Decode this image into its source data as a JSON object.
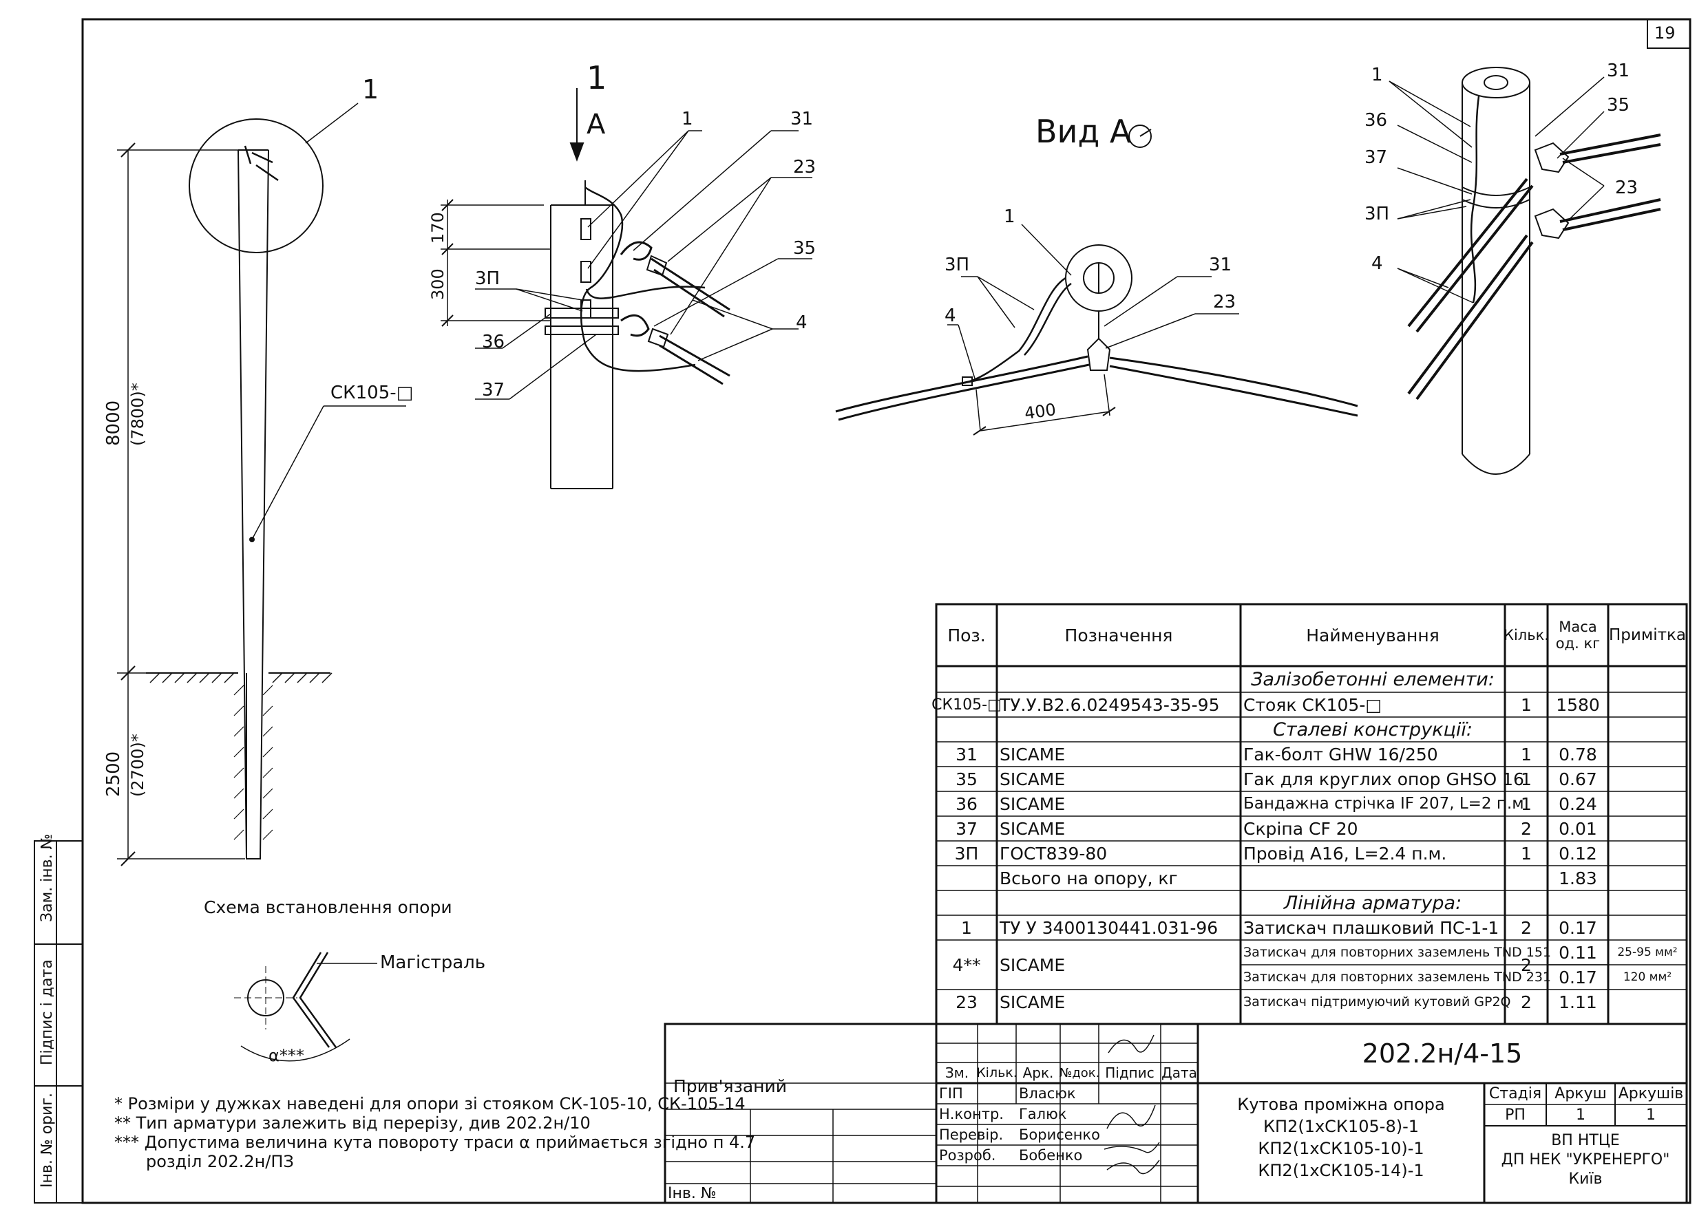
{
  "sheet_number": "19",
  "callouts": {
    "detail_1": "1",
    "view_arrow_num": "1",
    "view_arrow_letter": "A",
    "view_title": "Вид А",
    "dims": {
      "h8000": "8000",
      "h7800": "(7800)*",
      "h2500": "2500",
      "h2700": "(2700)*",
      "d170": "170",
      "d300": "300",
      "d400": "400"
    },
    "pole_label": "СК105-□",
    "leaders": [
      "1",
      "31",
      "23",
      "35",
      "4",
      "3П",
      "36",
      "37"
    ]
  },
  "scheme_caption": "Схема встановлення опори",
  "mainline_label": "Магістраль",
  "angle_label": "α***",
  "notes": [
    "* Розміри у дужках наведені для опори зі стояком СК-105-10, СК-105-14",
    "** Тип арматури залежить від перерізу, див 202.2н/10",
    "*** Допустима величина кута повороту траси α приймається згідно п 4.7",
    "розділ 202.2н/ПЗ"
  ],
  "side_stamp": [
    "Зам. інв. №",
    "Підпис і дата",
    "Інв. № ориг."
  ],
  "spec_table": {
    "headers": [
      "Поз.",
      "Позначення",
      "Найменування",
      "Кільк.",
      "Маса од. кг",
      "Примітка"
    ],
    "sections": {
      "s1": "Залізобетонні елементи:",
      "s2": "Сталеві конструкції:",
      "s3": "Лінійна арматура:"
    },
    "rows": [
      {
        "pos": "СК105-□",
        "des": "ТУ.У.В2.6.0249543-35-95",
        "name": "Стояк СК105-□",
        "qty": "1",
        "mass": "1580",
        "note": ""
      },
      {
        "pos": "31",
        "des": "SICAME",
        "name": "Гак-болт GHW 16/250",
        "qty": "1",
        "mass": "0.78",
        "note": ""
      },
      {
        "pos": "35",
        "des": "SICAME",
        "name": "Гак для круглих опор GHSO 16",
        "qty": "1",
        "mass": "0.67",
        "note": ""
      },
      {
        "pos": "36",
        "des": "SICAME",
        "name": "Бандажна стрічка IF 207, L=2 п.м.",
        "qty": "1",
        "mass": "0.24",
        "note": ""
      },
      {
        "pos": "37",
        "des": "SICAME",
        "name": "Скріпа CF 20",
        "qty": "2",
        "mass": "0.01",
        "note": ""
      },
      {
        "pos": "3П",
        "des": "ГОСТ839-80",
        "name": "Провід А16, L=2.4 п.м.",
        "qty": "1",
        "mass": "0.12",
        "note": ""
      },
      {
        "pos": "",
        "des": "Всього на опору, кг",
        "name": "",
        "qty": "",
        "mass": "1.83",
        "note": ""
      },
      {
        "pos": "1",
        "des": "ТУ У 3400130441.031-96",
        "name": "Затискач плашковий ПС-1-1",
        "qty": "2",
        "mass": "0.17",
        "note": ""
      },
      {
        "pos": "4**",
        "des": "SICAME",
        "name": "Затискач для повторних заземлень TND 151",
        "qty": "2",
        "mass": "0.11",
        "note": "25-95 мм²"
      },
      {
        "pos": "",
        "des": "",
        "name": "Затискач для повторних заземлень TND 231",
        "qty": "",
        "mass": "0.17",
        "note": "120 мм²"
      },
      {
        "pos": "23",
        "des": "SICAME",
        "name": "Затискач підтримуючий кутовий GP2Q",
        "qty": "2",
        "mass": "1.11",
        "note": ""
      }
    ]
  },
  "title_block": {
    "bound_label": "Прив'язаний",
    "inv_label": "Інв. №",
    "doc_code": "202.2н/4-15",
    "rev_headers": [
      "Зм.",
      "Кільк.",
      "Арк.",
      "№док.",
      "Підпис",
      "Дата"
    ],
    "roles": [
      {
        "role": "ГІП",
        "name": "Власюк"
      },
      {
        "role": "Н.контр.",
        "name": "Галюк"
      },
      {
        "role": "Перевір.",
        "name": "Борисенко"
      },
      {
        "role": "Розроб.",
        "name": "Бобенко"
      }
    ],
    "title_lines": [
      "Кутова проміжна опора",
      "КП2(1хСК105-8)-1",
      "КП2(1хСК105-10)-1",
      "КП2(1хСК105-14)-1"
    ],
    "stage_headers": [
      "Стадія",
      "Аркуш",
      "Аркушів"
    ],
    "stage_values": [
      "РП",
      "1",
      "1"
    ],
    "org_lines": [
      "ВП НТЦЕ",
      "ДП НЕК \"УКРЕНЕРГО\"",
      "Київ"
    ]
  }
}
